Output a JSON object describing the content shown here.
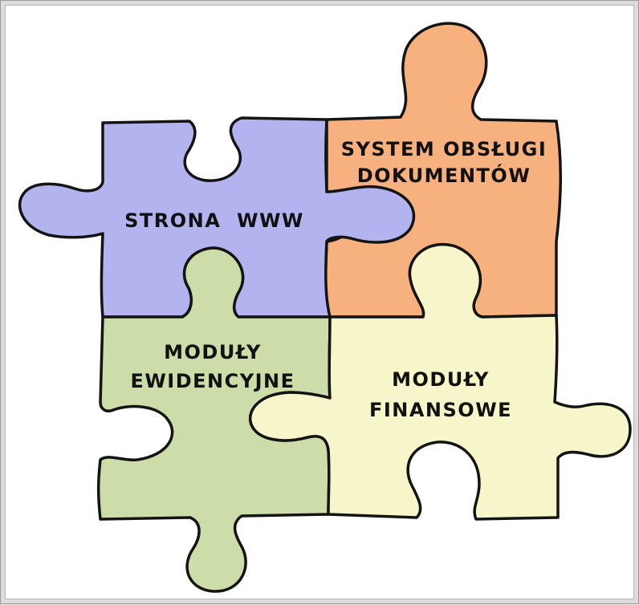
{
  "pieces": {
    "website": {
      "label": "STRONA  WWW",
      "color": "#b3b3ef"
    },
    "document_system": {
      "label_line1": "SYSTEM OBSŁUGI",
      "label_line2": "DOKUMENTÓW",
      "color": "#f6b17e"
    },
    "records_modules": {
      "label_line1": "MODUŁY",
      "label_line2": "EWIDENCYJNE",
      "color": "#ccddaa"
    },
    "finance_modules": {
      "label_line1": "MODUŁY",
      "label_line2": "FINANSOWE",
      "color": "#f7f6cb"
    }
  }
}
